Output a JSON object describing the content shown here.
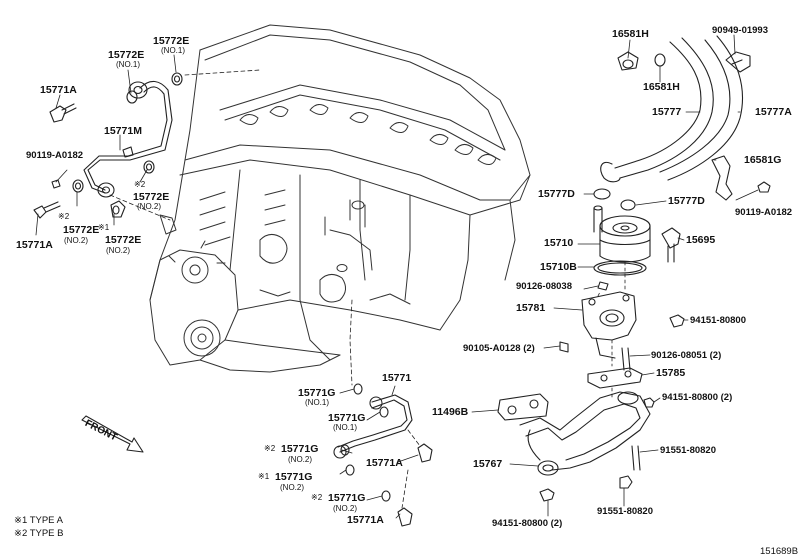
{
  "labels": {
    "p15772e_no1": "15772E",
    "p15772e_no1_sub": "(NO.1)",
    "p15772e_top_mid": "15772E",
    "p15772e_top_mid_sub": "(NO.1)",
    "p15771a_top": "15771A",
    "p15771m": "15771M",
    "p90119_left": "90119-A0182",
    "p15772e_no2_right": "15772E",
    "p15772e_no2_right_pre": "※2",
    "p15772e_no2_right_sub": "(NO.2)",
    "p15772e_no2_left": "15772E",
    "p15772e_no2_left_pre": "※2",
    "p15772e_no2_left_sub": "(NO.2)",
    "p15771a_left": "15771A",
    "p15772e_no2_bottom": "15772E",
    "p15772e_no2_bottom_pre": "※1",
    "p15772e_no2_bottom_sub": "(NO.2)",
    "p16581h_top": "16581H",
    "p90949": "90949-01993",
    "p16581h_mid": "16581H",
    "p15777": "15777",
    "p15777a": "15777A",
    "p16581g": "16581G",
    "p15777d_left": "15777D",
    "p15777d_right": "15777D",
    "p90119_right": "90119-A0182",
    "p15710": "15710",
    "p15695": "15695",
    "p15710b": "15710B",
    "p90126_08038": "90126-08038",
    "p15781": "15781",
    "p94151_a": "94151-80800",
    "p90105": "90105-A0128 (2)",
    "p90126_08051": "90126-08051 (2)",
    "p15785": "15785",
    "p15771": "15771",
    "p15771g_1": "15771G",
    "p15771g_1_sub": "(NO.1)",
    "p15771g_2": "15771G",
    "p15771g_2_sub": "(NO.1)",
    "p11496b": "11496B",
    "p94151_b": "94151-80800 (2)",
    "p15771g_3": "15771G",
    "p15771g_3_pre": "※2",
    "p15771g_3_sub": "(NO.2)",
    "p15771a_bottom_mid": "15771A",
    "p15771g_4": "15771G",
    "p15771g_4_pre": "※1",
    "p15771g_4_sub": "(NO.2)",
    "p15767": "15767",
    "p91551_a": "91551-80820",
    "p15771g_5": "15771G",
    "p15771g_5_pre": "※2",
    "p15771g_5_sub": "(NO.2)",
    "p15771a_bottom": "15771A",
    "p94151_c": "94151-80800 (2)",
    "p91551_b": "91551-80820"
  },
  "front_label": "FRONT",
  "legend": {
    "type_a": "※1 TYPE A",
    "type_b": "※2 TYPE B"
  },
  "figure_id": "151689B"
}
